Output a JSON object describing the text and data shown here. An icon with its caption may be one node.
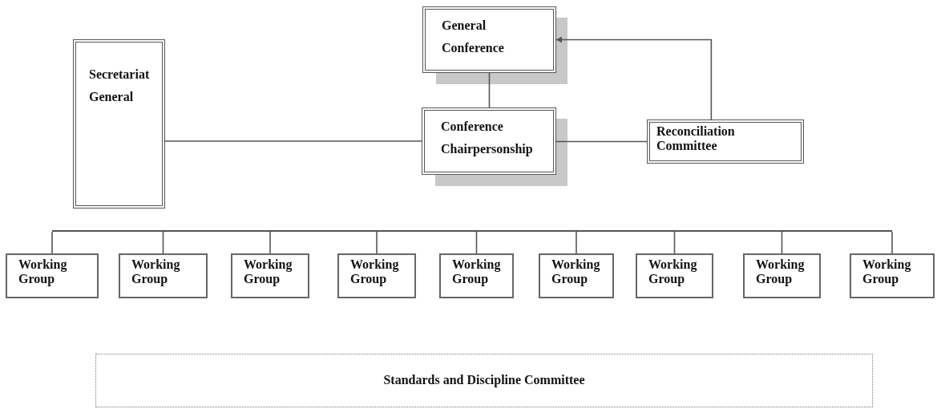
{
  "diagram": {
    "nodes": [
      {
        "text": [
          "General Conference"
        ]
      },
      {
        "text": [
          "Secretariat General"
        ]
      },
      {
        "text": [
          "Conference Chairpersonship"
        ]
      },
      {
        "text": [
          "Reconciliation Committee"
        ]
      },
      {
        "text": [],
        "shape": "bar"
      },
      {
        "text": [
          "Working Group"
        ]
      },
      {
        "text": [
          "Working Group"
        ]
      },
      {
        "text": [
          "Working Group"
        ]
      },
      {
        "text": [
          "Working Group"
        ]
      },
      {
        "text": [
          "Working Group"
        ]
      },
      {
        "text": [
          "Working Group"
        ]
      },
      {
        "text": [
          "Working Group"
        ]
      },
      {
        "text": [
          "Working Group"
        ]
      },
      {
        "text": [
          "Working Group"
        ]
      },
      {
        "text": [
          "Standards and Discipline Committee"
        ]
      }
    ],
    "edges": [
      {
        "from": 0,
        "to": 2,
        "arrow": "none"
      },
      {
        "from": 1,
        "to": 2,
        "arrow": "none"
      },
      {
        "from": 2,
        "to": 3,
        "arrow": "none"
      },
      {
        "from": 3,
        "to": 0,
        "arrow": "to"
      },
      {
        "from": 4,
        "to": 5,
        "arrow": "none"
      },
      {
        "from": 4,
        "to": 6,
        "arrow": "none"
      },
      {
        "from": 4,
        "to": 7,
        "arrow": "none"
      },
      {
        "from": 4,
        "to": 8,
        "arrow": "none"
      },
      {
        "from": 4,
        "to": 9,
        "arrow": "none"
      },
      {
        "from": 4,
        "to": 10,
        "arrow": "none"
      },
      {
        "from": 4,
        "to": 11,
        "arrow": "none"
      },
      {
        "from": 4,
        "to": 12,
        "arrow": "none"
      },
      {
        "from": 4,
        "to": 13,
        "arrow": "none"
      }
    ]
  }
}
